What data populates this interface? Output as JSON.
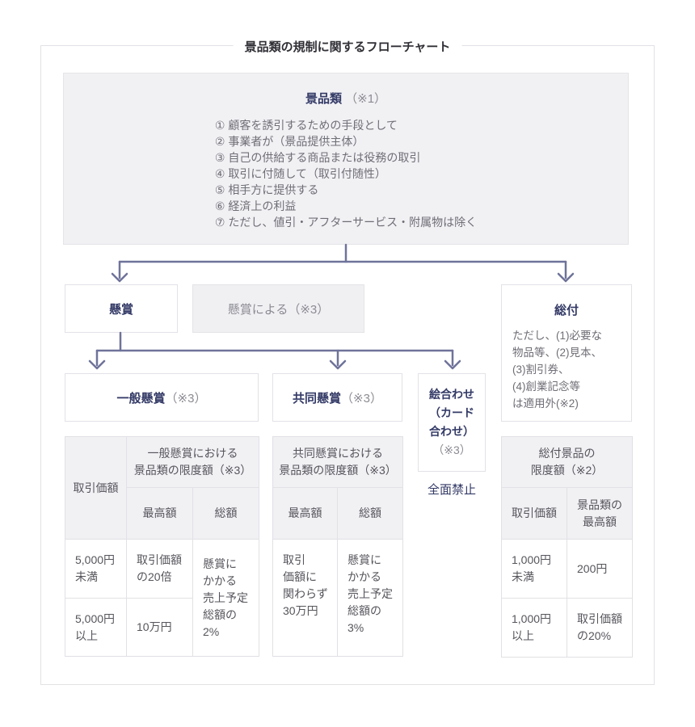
{
  "title": "景品類の規制に関するフローチャート",
  "root": {
    "heading": "景品類",
    "heading_note": "（※1）",
    "criteria": [
      "① 顧客を誘引するための手段として",
      "② 事業者が（景品提供主体）",
      "③ 自己の供給する商品または役務の取引",
      "④ 取引に付随して（取引付随性）",
      "⑤ 相手方に提供する",
      "⑥ 経済上の利益",
      "⑦ ただし、値引・アフターサービス・附属物は除く"
    ]
  },
  "row1": {
    "kensho_label": "懸賞",
    "by_kensho_label": "懸賞による（※3）",
    "sofu_label": "総付",
    "sofu_note": "ただし、(1)必要な\n物品等、(2)見本、\n(3)割引券、\n(4)創業記念等\nは適用外(※2)"
  },
  "row2": {
    "ippan_label": "一般懸賞",
    "ippan_note": "（※3）",
    "kyodo_label": "共同懸賞",
    "kyodo_note": "（※3）",
    "eawase_label": "絵合わせ\n（カード\n合わせ）",
    "eawase_note": "（※3）",
    "zenmen_kinshi": "全面禁止"
  },
  "tables": {
    "ippan": {
      "corner_header": "取引価額",
      "merged_header": "一般懸賞における\n景品類の限度額（※3）",
      "sub_headers": [
        "最高額",
        "総額"
      ],
      "rows": [
        {
          "price": "5,000円\n未満",
          "max": "取引価額\nの20倍"
        },
        {
          "price": "5,000円\n以上",
          "max": "10万円"
        }
      ],
      "total_cell": "懸賞に\nかかる\n売上予定\n総額の\n2%"
    },
    "kyodo": {
      "merged_header": "共同懸賞における\n景品類の限度額（※3）",
      "sub_headers": [
        "最高額",
        "総額"
      ],
      "max_cell": "取引\n価額に\n関わらず\n30万円",
      "total_cell": "懸賞に\nかかる\n売上予定\n総額の\n3%"
    },
    "sofu": {
      "merged_header": "総付景品の\n限度額（※2）",
      "sub_headers": [
        "取引価額",
        "景品類の\n最高額"
      ],
      "rows": [
        {
          "price": "1,000円\n未満",
          "max": "200円"
        },
        {
          "price": "1,000円\n以上",
          "max": "取引価額\nの20%"
        }
      ]
    }
  },
  "colors": {
    "heading_navy": "#333a66",
    "body_gray": "#6e6e76",
    "connector": "#6f739a",
    "panel_fill": "#f1f1f4"
  }
}
